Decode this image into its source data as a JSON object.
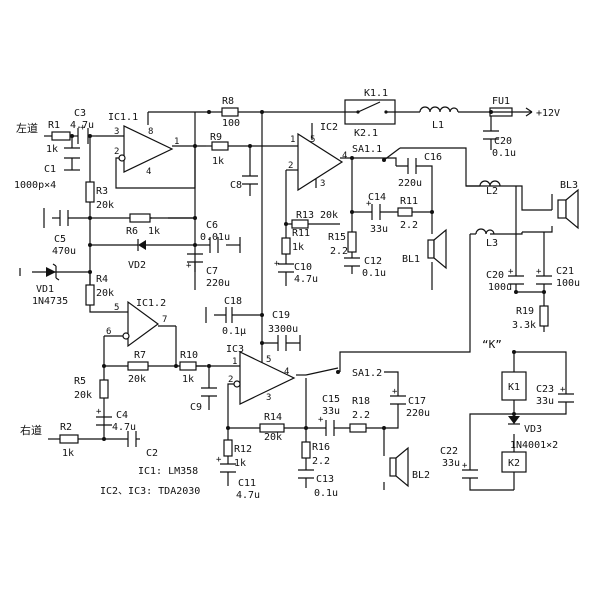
{
  "components": {
    "R1": {
      "ref": "R1",
      "value": "1k"
    },
    "R2": {
      "ref": "R2",
      "value": "1k"
    },
    "R3": {
      "ref": "R3",
      "value": "20k"
    },
    "R4": {
      "ref": "R4",
      "value": "20k"
    },
    "R5": {
      "ref": "R5",
      "value": "20k"
    },
    "R6": {
      "ref": "R6",
      "value": "1k"
    },
    "R7": {
      "ref": "R7",
      "value": "20k"
    },
    "R8": {
      "ref": "R8",
      "value": "100"
    },
    "R9": {
      "ref": "R9",
      "value": "1k"
    },
    "R10": {
      "ref": "R10",
      "value": "1k"
    },
    "R11": {
      "ref": "R11",
      "value": "1k"
    },
    "R12": {
      "ref": "R12",
      "value": "1k"
    },
    "R13": {
      "ref": "R13",
      "value": "20k"
    },
    "R14": {
      "ref": "R14",
      "value": "20k"
    },
    "R15": {
      "ref": "R15",
      "value": "2.2"
    },
    "R16": {
      "ref": "R16",
      "value": "2.2"
    },
    "R17": {
      "ref": "R11",
      "value": "2.2"
    },
    "R18": {
      "ref": "R18",
      "value": "2.2"
    },
    "R19": {
      "ref": "R19",
      "value": "3.3k"
    },
    "C1": {
      "ref": "C1",
      "value": "1000p×4"
    },
    "C2": {
      "ref": "C2",
      "value": ""
    },
    "C3": {
      "ref": "C3",
      "value": "4.7u"
    },
    "C4": {
      "ref": "C4",
      "value": "4.7u"
    },
    "C5": {
      "ref": "C5",
      "value": "470u"
    },
    "C6": {
      "ref": "C6",
      "value": "0.01u"
    },
    "C7": {
      "ref": "C7",
      "value": "220u"
    },
    "C8": {
      "ref": "C8",
      "value": ""
    },
    "C9": {
      "ref": "C9",
      "value": ""
    },
    "C10": {
      "ref": "C10",
      "value": "4.7u"
    },
    "C11": {
      "ref": "C11",
      "value": "4.7u"
    },
    "C12": {
      "ref": "C12",
      "value": "0.1u"
    },
    "C13": {
      "ref": "C13",
      "value": "0.1u"
    },
    "C14": {
      "ref": "C14",
      "value": "33u"
    },
    "C15": {
      "ref": "C15",
      "value": "33u"
    },
    "C16": {
      "ref": "C16",
      "value": "220u"
    },
    "C17": {
      "ref": "C17",
      "value": "220u"
    },
    "C18": {
      "ref": "C18",
      "value": "0.1μ"
    },
    "C19": {
      "ref": "C19",
      "value": "3300u"
    },
    "C20": {
      "ref": "C20",
      "value": "0.1u"
    },
    "C20b": {
      "ref": "C20",
      "value": "100u"
    },
    "C21": {
      "ref": "C21",
      "value": "100u"
    },
    "C22": {
      "ref": "C22",
      "value": "33u"
    },
    "C23": {
      "ref": "C23",
      "value": "33u"
    },
    "L1": {
      "ref": "L1"
    },
    "L2": {
      "ref": "L2"
    },
    "L3": {
      "ref": "L3"
    },
    "FU1": {
      "ref": "FU1"
    },
    "VD1": {
      "ref": "VD1",
      "value": "1N4735"
    },
    "VD2": {
      "ref": "VD2"
    },
    "VD3": {
      "ref": "VD3",
      "value": "1N4001×2"
    },
    "K1": {
      "ref": "K1"
    },
    "K2": {
      "ref": "K2"
    },
    "BL1": {
      "ref": "BL1"
    },
    "BL2": {
      "ref": "BL2"
    },
    "BL3": {
      "ref": "BL3"
    },
    "IC1_1": {
      "ref": "IC1.1"
    },
    "IC1_2": {
      "ref": "IC1.2"
    },
    "IC2": {
      "ref": "IC2"
    },
    "IC3": {
      "ref": "IC3"
    },
    "SA1_1": {
      "ref": "SA1.1"
    },
    "SA1_2": {
      "ref": "SA1.2"
    },
    "K1_1": {
      "ref": "K1.1"
    },
    "K2_1": {
      "ref": "K2.1"
    }
  },
  "labels": {
    "left_channel": "左道",
    "right_channel": "右道",
    "supply": "+12V",
    "relay_group": "“K”",
    "ic1_note": "IC1: LM358",
    "ic23_note": "IC2、IC3: TDA2030"
  },
  "pins": {
    "ic1_1": {
      "p3": "3",
      "p2": "2",
      "p1": "1",
      "p8": "8",
      "p4": "4"
    },
    "ic1_2": {
      "p5": "5",
      "p6": "6",
      "p7": "7"
    },
    "ic2": {
      "p1": "1",
      "p2": "2",
      "p5": "5",
      "p4": "4",
      "p3": "3"
    },
    "ic3": {
      "p1": "1",
      "p2": "2",
      "p5": "5",
      "p4": "4",
      "p3": "3"
    }
  },
  "colors": {
    "ink": "#111111",
    "paper": "#ffffff"
  }
}
